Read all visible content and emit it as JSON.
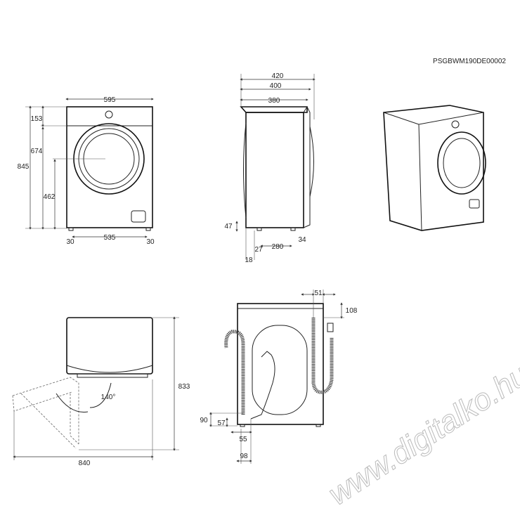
{
  "model_code": "PSGBWM190DE00002",
  "front_view": {
    "width": "595",
    "top_panel": "153",
    "door_top": "674",
    "total_height": "845",
    "door_center": "462",
    "foot_left": "30",
    "foot_span": "535",
    "foot_right": "30"
  },
  "side_view": {
    "depth_total": "420",
    "depth_mid": "400",
    "depth_body": "380",
    "foot_height": "47",
    "foot_front": "27",
    "foot_span": "280",
    "foot_rear": "34",
    "foot_offset": "18"
  },
  "door_view": {
    "height": "833",
    "door_angle": "140°",
    "total_depth": "840"
  },
  "rear_view": {
    "inlet_offset": "51",
    "inlet_height": "108",
    "drain_height": "90",
    "cable_height": "57",
    "drain_offset": "55",
    "cable_offset": "98"
  },
  "watermark": "www.digitalko.hu"
}
